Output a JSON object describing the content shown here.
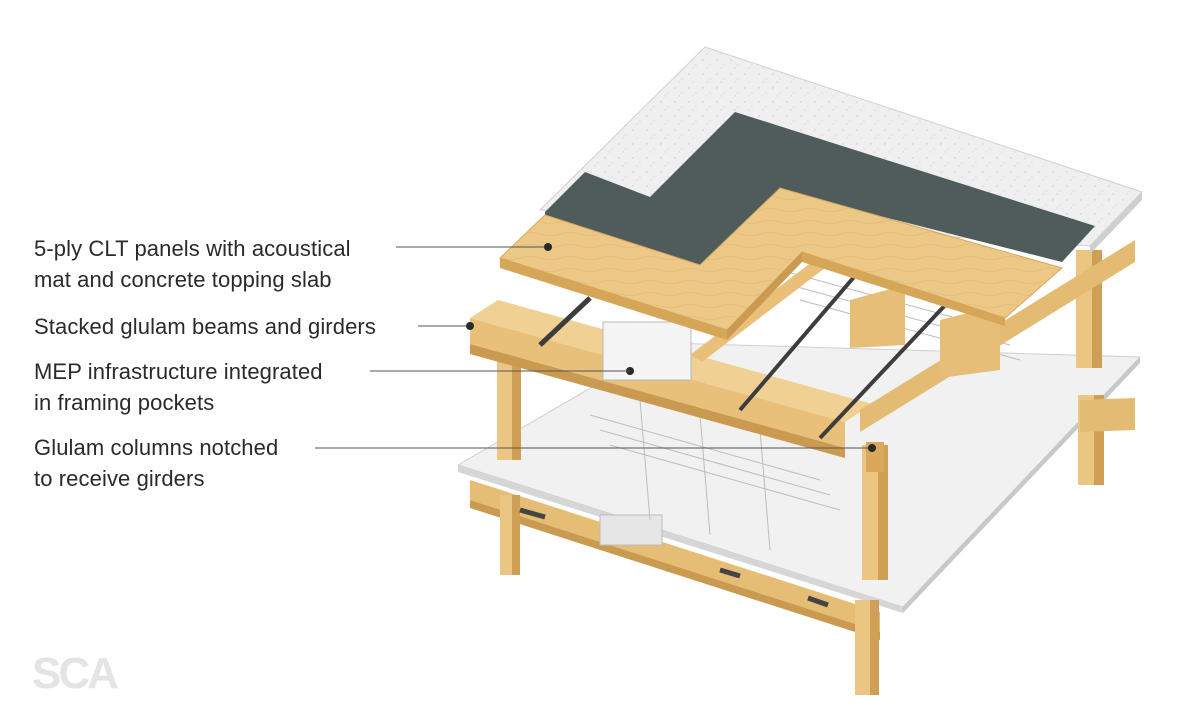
{
  "callouts": [
    {
      "lines": [
        "5-ply CLT panels with acoustical",
        "mat and concrete topping slab"
      ]
    },
    {
      "lines": [
        "Stacked glulam beams and girders"
      ]
    },
    {
      "lines": [
        "MEP infrastructure integrated",
        "in framing pockets"
      ]
    },
    {
      "lines": [
        "Glulam columns notched",
        "to receive girders"
      ]
    }
  ],
  "logo": {
    "text": "SCA"
  },
  "colors": {
    "wood": "#e9c27c",
    "wood_light": "#f2d49a",
    "wood_dark": "#c99a4f",
    "concrete": "#eeeeee",
    "concrete_edge": "#d2d2d2",
    "acoustic_mat": "#4f5c5b",
    "leader": "#555555",
    "text": "#2a2a2a"
  }
}
